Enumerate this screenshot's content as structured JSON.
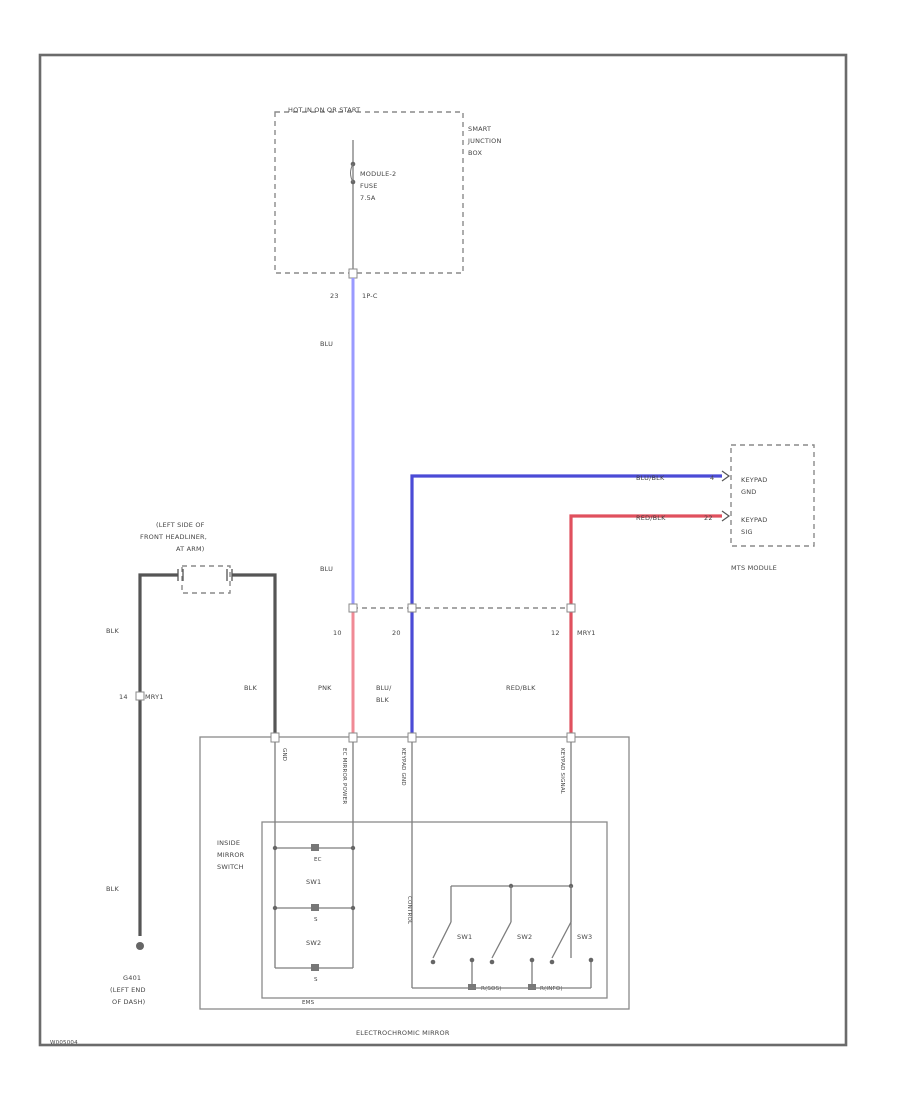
{
  "figure_id": "W005004",
  "colors": {
    "blue_wire": "#9a9aff",
    "blue_blk_wire": "#4b4bd6",
    "red_wire": "#f08a95",
    "red_blk_wire": "#e0505e",
    "ground_wire": "#555555",
    "frame": "#6b6b6b"
  },
  "junction_box": {
    "supply_label": "HOT IN ON OR START",
    "name_lines": [
      "SMART",
      "JUNCTION",
      "BOX"
    ],
    "fuse_lines": [
      "MODULE-2",
      "FUSE",
      "7.5A"
    ],
    "pin": "23",
    "connector": "1P-C"
  },
  "wires": {
    "upper_blu": "BLU",
    "mid_blu": "BLU",
    "pnk": "PNK",
    "blu_blk_1": "BLU/",
    "blu_blk_2": "BLK",
    "red_blk": "RED/BLK",
    "blk_left": "BLK",
    "blk_ground": "BLK",
    "blk_right": "BLK",
    "blu_blk_top": "BLU/BLK",
    "red_blk_top": "RED/BLK"
  },
  "headliner": {
    "lines": [
      "(LEFT SIDE OF",
      "FRONT HEADLINER,",
      "AT ARM)"
    ]
  },
  "mirror_connector": {
    "pins": [
      "10",
      "20",
      "12"
    ],
    "name": "MRY1",
    "ground_pin": "14",
    "ground_name": "MRY1"
  },
  "mts_module": {
    "title": "MTS MODULE",
    "pin_top": "4",
    "pin_bottom": "22",
    "label_top": [
      "KEYPAD",
      "GND"
    ],
    "label_bottom": [
      "KEYPAD",
      "SIG"
    ]
  },
  "ground": {
    "lines": [
      "G401",
      "(LEFT END",
      "OF DASH)"
    ]
  },
  "mirror": {
    "title": "ELECTROCHROMIC MIRROR",
    "pin_labels": [
      "GND",
      "EC MIRROR POWER",
      "KEYPAD GND",
      "KEYPAD SIGNAL"
    ],
    "switch_lines": [
      "INSIDE",
      "MIRROR",
      "SWITCH"
    ],
    "sw1": "SW1",
    "sw2": "SW2",
    "sw3": "SW3",
    "ec": "EC",
    "sw_sub1": "S",
    "sw_sub2": "S",
    "ctrl": "CONTROL",
    "bottom_label": "EMS",
    "kp_sw1": "SW1",
    "kp_sw2": "SW2",
    "kp_sw3": "SW3",
    "kp_r1": "R(SOS)",
    "kp_r2": "R(INFO)"
  }
}
